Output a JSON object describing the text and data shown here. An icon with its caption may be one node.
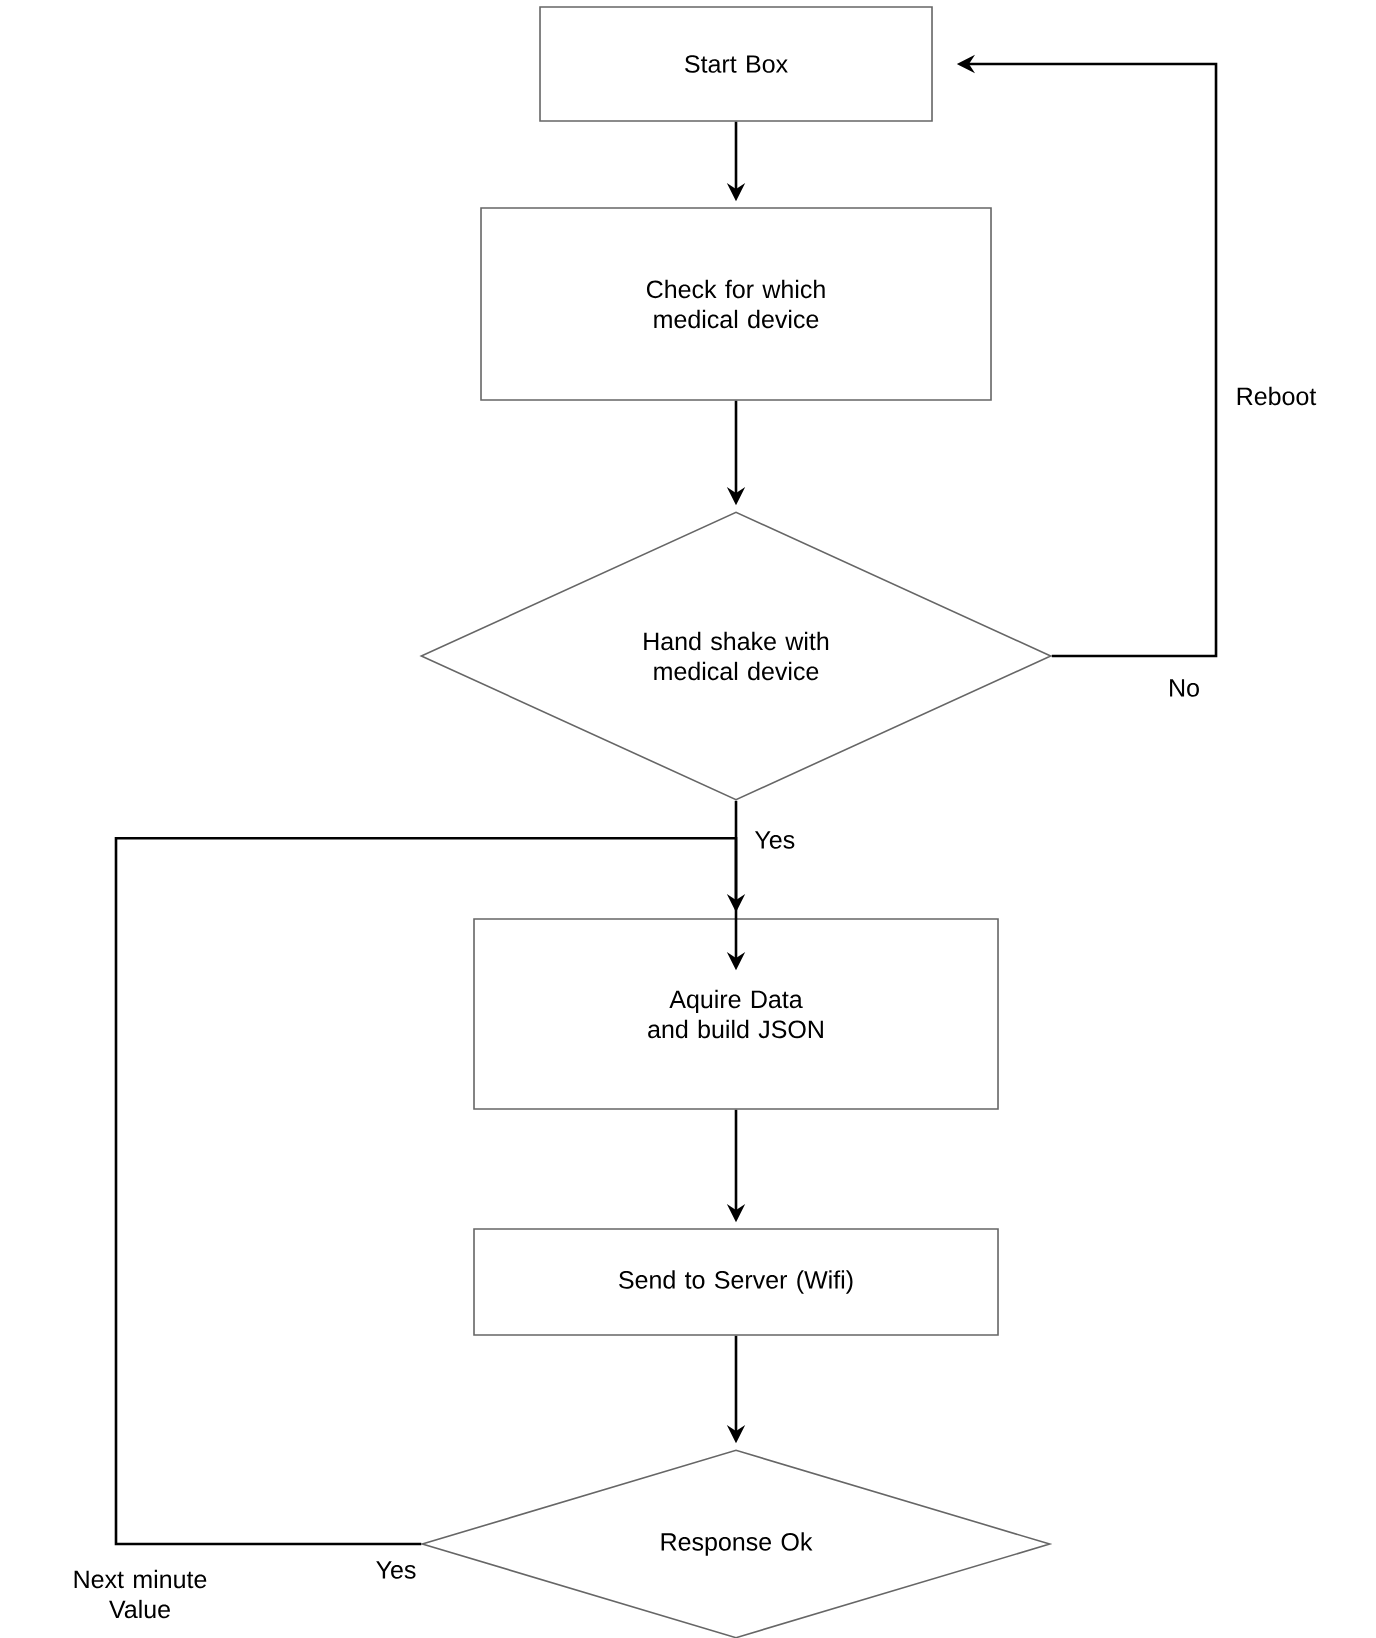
{
  "diagram": {
    "nodes": [
      {
        "text": [
          "Start Box"
        ]
      },
      {
        "text": [
          "Check for which medical device"
        ]
      },
      {
        "text": [
          "Hand shake with medical device"
        ]
      },
      {
        "text": [
          "Aquire Data and build JSON"
        ]
      },
      {
        "text": [
          "Send to Server (Wifi)"
        ]
      },
      {
        "text": [
          "Response Ok"
        ]
      }
    ],
    "edges": [
      {
        "from": 0,
        "to": 1,
        "arrow": "to"
      },
      {
        "from": 1,
        "to": 2,
        "arrow": "to"
      },
      {
        "from": 2,
        "to": 3,
        "arrow": "to",
        "label": "Yes"
      },
      {
        "from": 3,
        "to": 4,
        "arrow": "to"
      },
      {
        "from": 4,
        "to": 5,
        "arrow": "to"
      },
      {
        "from": 2,
        "to": 0,
        "arrow": "to",
        "label": "No"
      },
      {
        "from": 5,
        "to": 3,
        "arrow": "to",
        "label": "Yes"
      }
    ],
    "labels": [
      "Reboot",
      "Next minute Value"
    ]
  }
}
